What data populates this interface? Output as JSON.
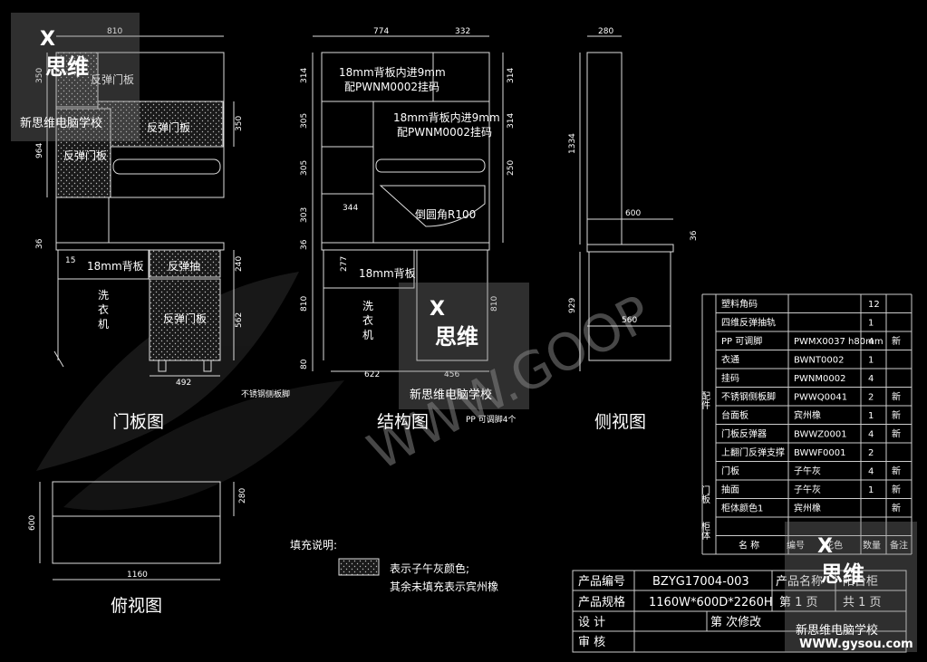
{
  "views": {
    "door": {
      "title": "门板图",
      "labels": [
        "反弹门板",
        "反弹门板",
        "反弹门板",
        "18mm背板",
        "反弹抽",
        "洗",
        "衣",
        "机",
        "反弹门板"
      ],
      "dims": [
        "810",
        "350",
        "964",
        "350",
        "36",
        "15",
        "240",
        "562",
        "492"
      ]
    },
    "structure": {
      "title": "结构图",
      "note1_line1": "18mm背板内进9mm",
      "note1_line2": "配PWNM0002挂码",
      "note2_line1": "18mm背板内进9mm",
      "note2_line2": "配PWNM0002挂码",
      "fillet": "倒圆角R100",
      "back18": "18mm背板",
      "washer": [
        "洗",
        "衣",
        "机"
      ],
      "dims": [
        "774",
        "332",
        "314",
        "314",
        "305",
        "314",
        "305",
        "250",
        "303",
        "344",
        "36",
        "277",
        "810",
        "810",
        "80",
        "622",
        "456"
      ],
      "leg_note": "不锈钢侧板脚",
      "pp_note": "PP 可调脚4个"
    },
    "side": {
      "title": "侧视图",
      "dims": [
        "280",
        "1334",
        "600",
        "36",
        "929",
        "560"
      ]
    },
    "top": {
      "title": "俯视图",
      "dims": [
        "600",
        "280",
        "1160"
      ]
    }
  },
  "legend": {
    "heading": "填充说明:",
    "line1": "表示子午灰颜色;",
    "line2": "其余未填充表示宾州橡"
  },
  "parts_table": {
    "group_accessories": "配件",
    "group_door": "门板",
    "group_cabinet": "柜体",
    "rows": [
      {
        "name": "塑料角码",
        "code": "",
        "qty": "12",
        "note": ""
      },
      {
        "name": "四维反弹抽轨",
        "code": "",
        "qty": "1",
        "note": ""
      },
      {
        "name": "PP 可调脚",
        "code": "PWMX0037 h80mm",
        "qty": "4",
        "note": "新"
      },
      {
        "name": "衣通",
        "code": "BWNT0002",
        "qty": "1",
        "note": ""
      },
      {
        "name": "挂码",
        "code": "PWNM0002",
        "qty": "4",
        "note": ""
      },
      {
        "name": "不锈钢侧板脚",
        "code": "PWWQ0041",
        "qty": "2",
        "note": "新"
      },
      {
        "name": "台面板",
        "code": "宾州橡",
        "qty": "1",
        "note": "新"
      },
      {
        "name": "门板反弹器",
        "code": "BWWZ0001",
        "qty": "4",
        "note": "新"
      },
      {
        "name": "上翻门反弹支撑",
        "code": "BWWF0001",
        "qty": "2",
        "note": ""
      },
      {
        "name": "门板",
        "code": "子午灰",
        "qty": "4",
        "note": "新"
      },
      {
        "name": "抽面",
        "code": "子午灰",
        "qty": "1",
        "note": "新"
      },
      {
        "name": "柜体颜色1",
        "code": "宾州橡",
        "qty": "",
        "note": "新"
      },
      {
        "name": "",
        "code": "",
        "qty": "",
        "note": ""
      }
    ],
    "header": {
      "name": "名 称",
      "code": "编号",
      "color": "花色",
      "qty": "数量",
      "note": "备注"
    }
  },
  "title_block": {
    "label_code": "产品编号",
    "value_code": "BZYG17004-003",
    "label_name": "产品名称",
    "value_name": "阳台柜",
    "label_spec": "产品规格",
    "value_spec": "1160W*600D*2260H",
    "sheet": "第 1 页",
    "total": "共 1 页",
    "label_design": "设    计",
    "revision": "第 次修改",
    "label_review": "审    核"
  },
  "watermark": {
    "logo_x": "X",
    "logo_text": "思维",
    "school": "新思维电脑学校",
    "url": "WWW.gysou.com",
    "bg_url": "WWW.GOOP"
  }
}
